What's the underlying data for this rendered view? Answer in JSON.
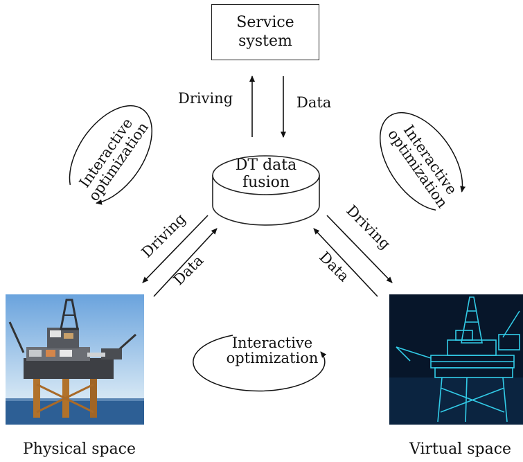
{
  "service": {
    "line1": "Service",
    "line2": "system"
  },
  "fusion": {
    "line1": "DT data",
    "line2": "fusion"
  },
  "flows": {
    "top_driving": "Driving",
    "top_data": "Data",
    "left_driving": "Driving",
    "left_data": "Data",
    "right_driving": "Driving",
    "right_data": "Data"
  },
  "loops": {
    "left": {
      "line1": "Interactive",
      "line2": "optimization"
    },
    "right": {
      "line1": "Interactive",
      "line2": "optimization"
    },
    "bottom": {
      "line1": "Interactive",
      "line2": "optimization"
    }
  },
  "captions": {
    "physical": "Physical space",
    "virtual": "Virtual space"
  },
  "images": {
    "physical": "offshore-oil-platform-photo",
    "virtual": "offshore-oil-platform-digital-twin-render"
  },
  "colors": {
    "ink": "#111111",
    "sky_top": "#7fb2e0",
    "sea": "#2d5f95",
    "twin_glow": "#35d6f2",
    "twin_bg": "#07162a"
  }
}
